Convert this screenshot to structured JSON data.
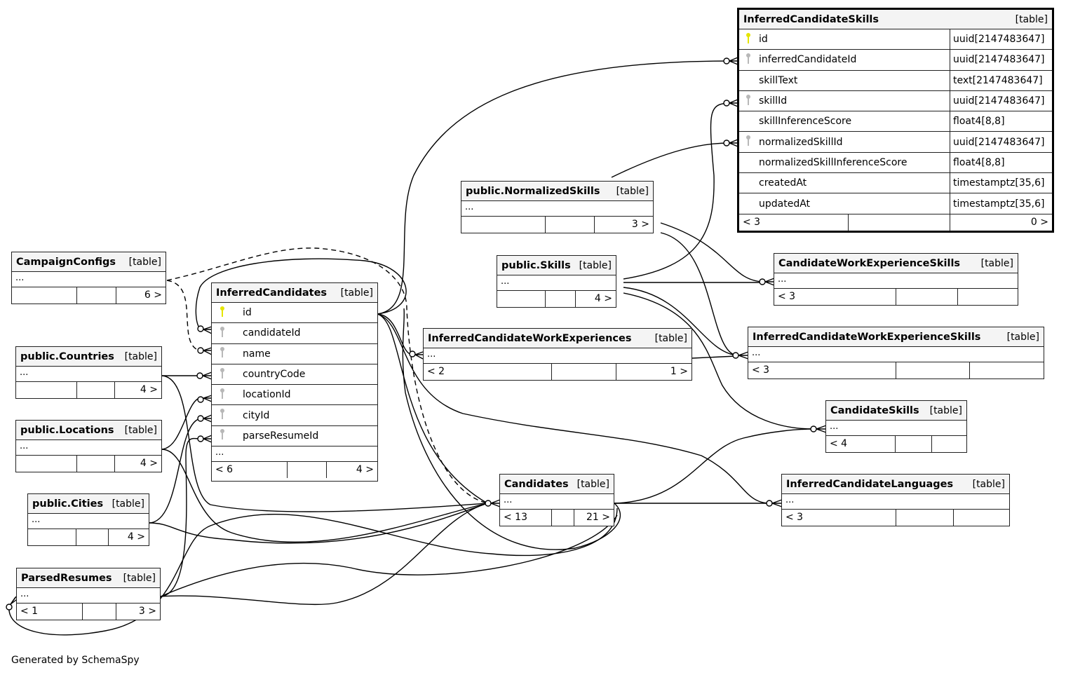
{
  "footer": "Generated by SchemaSpy",
  "colors": {
    "primary_key": "#e5e500",
    "foreign_key": "#b8b8b8",
    "header_bg": "#f4f4f4",
    "line": "#000000"
  },
  "tables": {
    "inferredCandidateSkills": {
      "name": "InferredCandidateSkills",
      "tag": "[table]",
      "columns": [
        {
          "name": "id",
          "type": "uuid[2147483647]",
          "key": "primary-key"
        },
        {
          "name": "inferredCandidateId",
          "type": "uuid[2147483647]",
          "key": "foreign-key"
        },
        {
          "name": "skillText",
          "type": "text[2147483647]",
          "key": ""
        },
        {
          "name": "skillId",
          "type": "uuid[2147483647]",
          "key": "foreign-key"
        },
        {
          "name": "skillInferenceScore",
          "type": "float4[8,8]",
          "key": ""
        },
        {
          "name": "normalizedSkillId",
          "type": "uuid[2147483647]",
          "key": "foreign-key"
        },
        {
          "name": "normalizedSkillInferenceScore",
          "type": "float4[8,8]",
          "key": ""
        },
        {
          "name": "createdAt",
          "type": "timestamptz[35,6]",
          "key": ""
        },
        {
          "name": "updatedAt",
          "type": "timestamptz[35,6]",
          "key": ""
        }
      ],
      "parents": "< 3",
      "children": "0 >"
    },
    "inferredCandidates": {
      "name": "InferredCandidates",
      "tag": "[table]",
      "columns": [
        {
          "name": "id",
          "key": "primary-key"
        },
        {
          "name": "candidateId",
          "key": "foreign-key"
        },
        {
          "name": "name",
          "key": "foreign-key"
        },
        {
          "name": "countryCode",
          "key": "foreign-key"
        },
        {
          "name": "locationId",
          "key": "foreign-key"
        },
        {
          "name": "cityId",
          "key": "foreign-key"
        },
        {
          "name": "parseResumeId",
          "key": "foreign-key"
        }
      ],
      "ellipsis": "...",
      "parents": "< 6",
      "children": "4 >"
    },
    "campaignConfigs": {
      "name": "CampaignConfigs",
      "tag": "[table]",
      "ellipsis": "...",
      "parents": "",
      "children": "6 >"
    },
    "countries": {
      "name": "public.Countries",
      "tag": "[table]",
      "ellipsis": "...",
      "parents": "",
      "children": "4 >"
    },
    "locations": {
      "name": "public.Locations",
      "tag": "[table]",
      "ellipsis": "...",
      "parents": "",
      "children": "4 >"
    },
    "cities": {
      "name": "public.Cities",
      "tag": "[table]",
      "ellipsis": "...",
      "parents": "",
      "children": "4 >"
    },
    "parsedResumes": {
      "name": "ParsedResumes",
      "tag": "[table]",
      "ellipsis": "...",
      "parents": "< 1",
      "children": "3 >"
    },
    "normalizedSkills": {
      "name": "public.NormalizedSkills",
      "tag": "[table]",
      "ellipsis": "...",
      "parents": "",
      "children": "3 >"
    },
    "skills": {
      "name": "public.Skills",
      "tag": "[table]",
      "ellipsis": "...",
      "parents": "",
      "children": "4 >"
    },
    "workExperiences": {
      "name": "InferredCandidateWorkExperiences",
      "tag": "[table]",
      "ellipsis": "...",
      "parents": "< 2",
      "children": "1 >"
    },
    "candidateWorkExperienceSkills": {
      "name": "CandidateWorkExperienceSkills",
      "tag": "[table]",
      "ellipsis": "...",
      "parents": "< 3",
      "children": ""
    },
    "inferredWorkExperienceSkills": {
      "name": "InferredCandidateWorkExperienceSkills",
      "tag": "[table]",
      "ellipsis": "...",
      "parents": "< 3",
      "children": ""
    },
    "candidateSkills": {
      "name": "CandidateSkills",
      "tag": "[table]",
      "ellipsis": "...",
      "parents": "< 4",
      "children": ""
    },
    "candidates": {
      "name": "Candidates",
      "tag": "[table]",
      "ellipsis": "...",
      "parents": "< 13",
      "children": "21 >"
    },
    "inferredCandidateLanguages": {
      "name": "InferredCandidateLanguages",
      "tag": "[table]",
      "ellipsis": "...",
      "parents": "< 3",
      "children": ""
    }
  }
}
